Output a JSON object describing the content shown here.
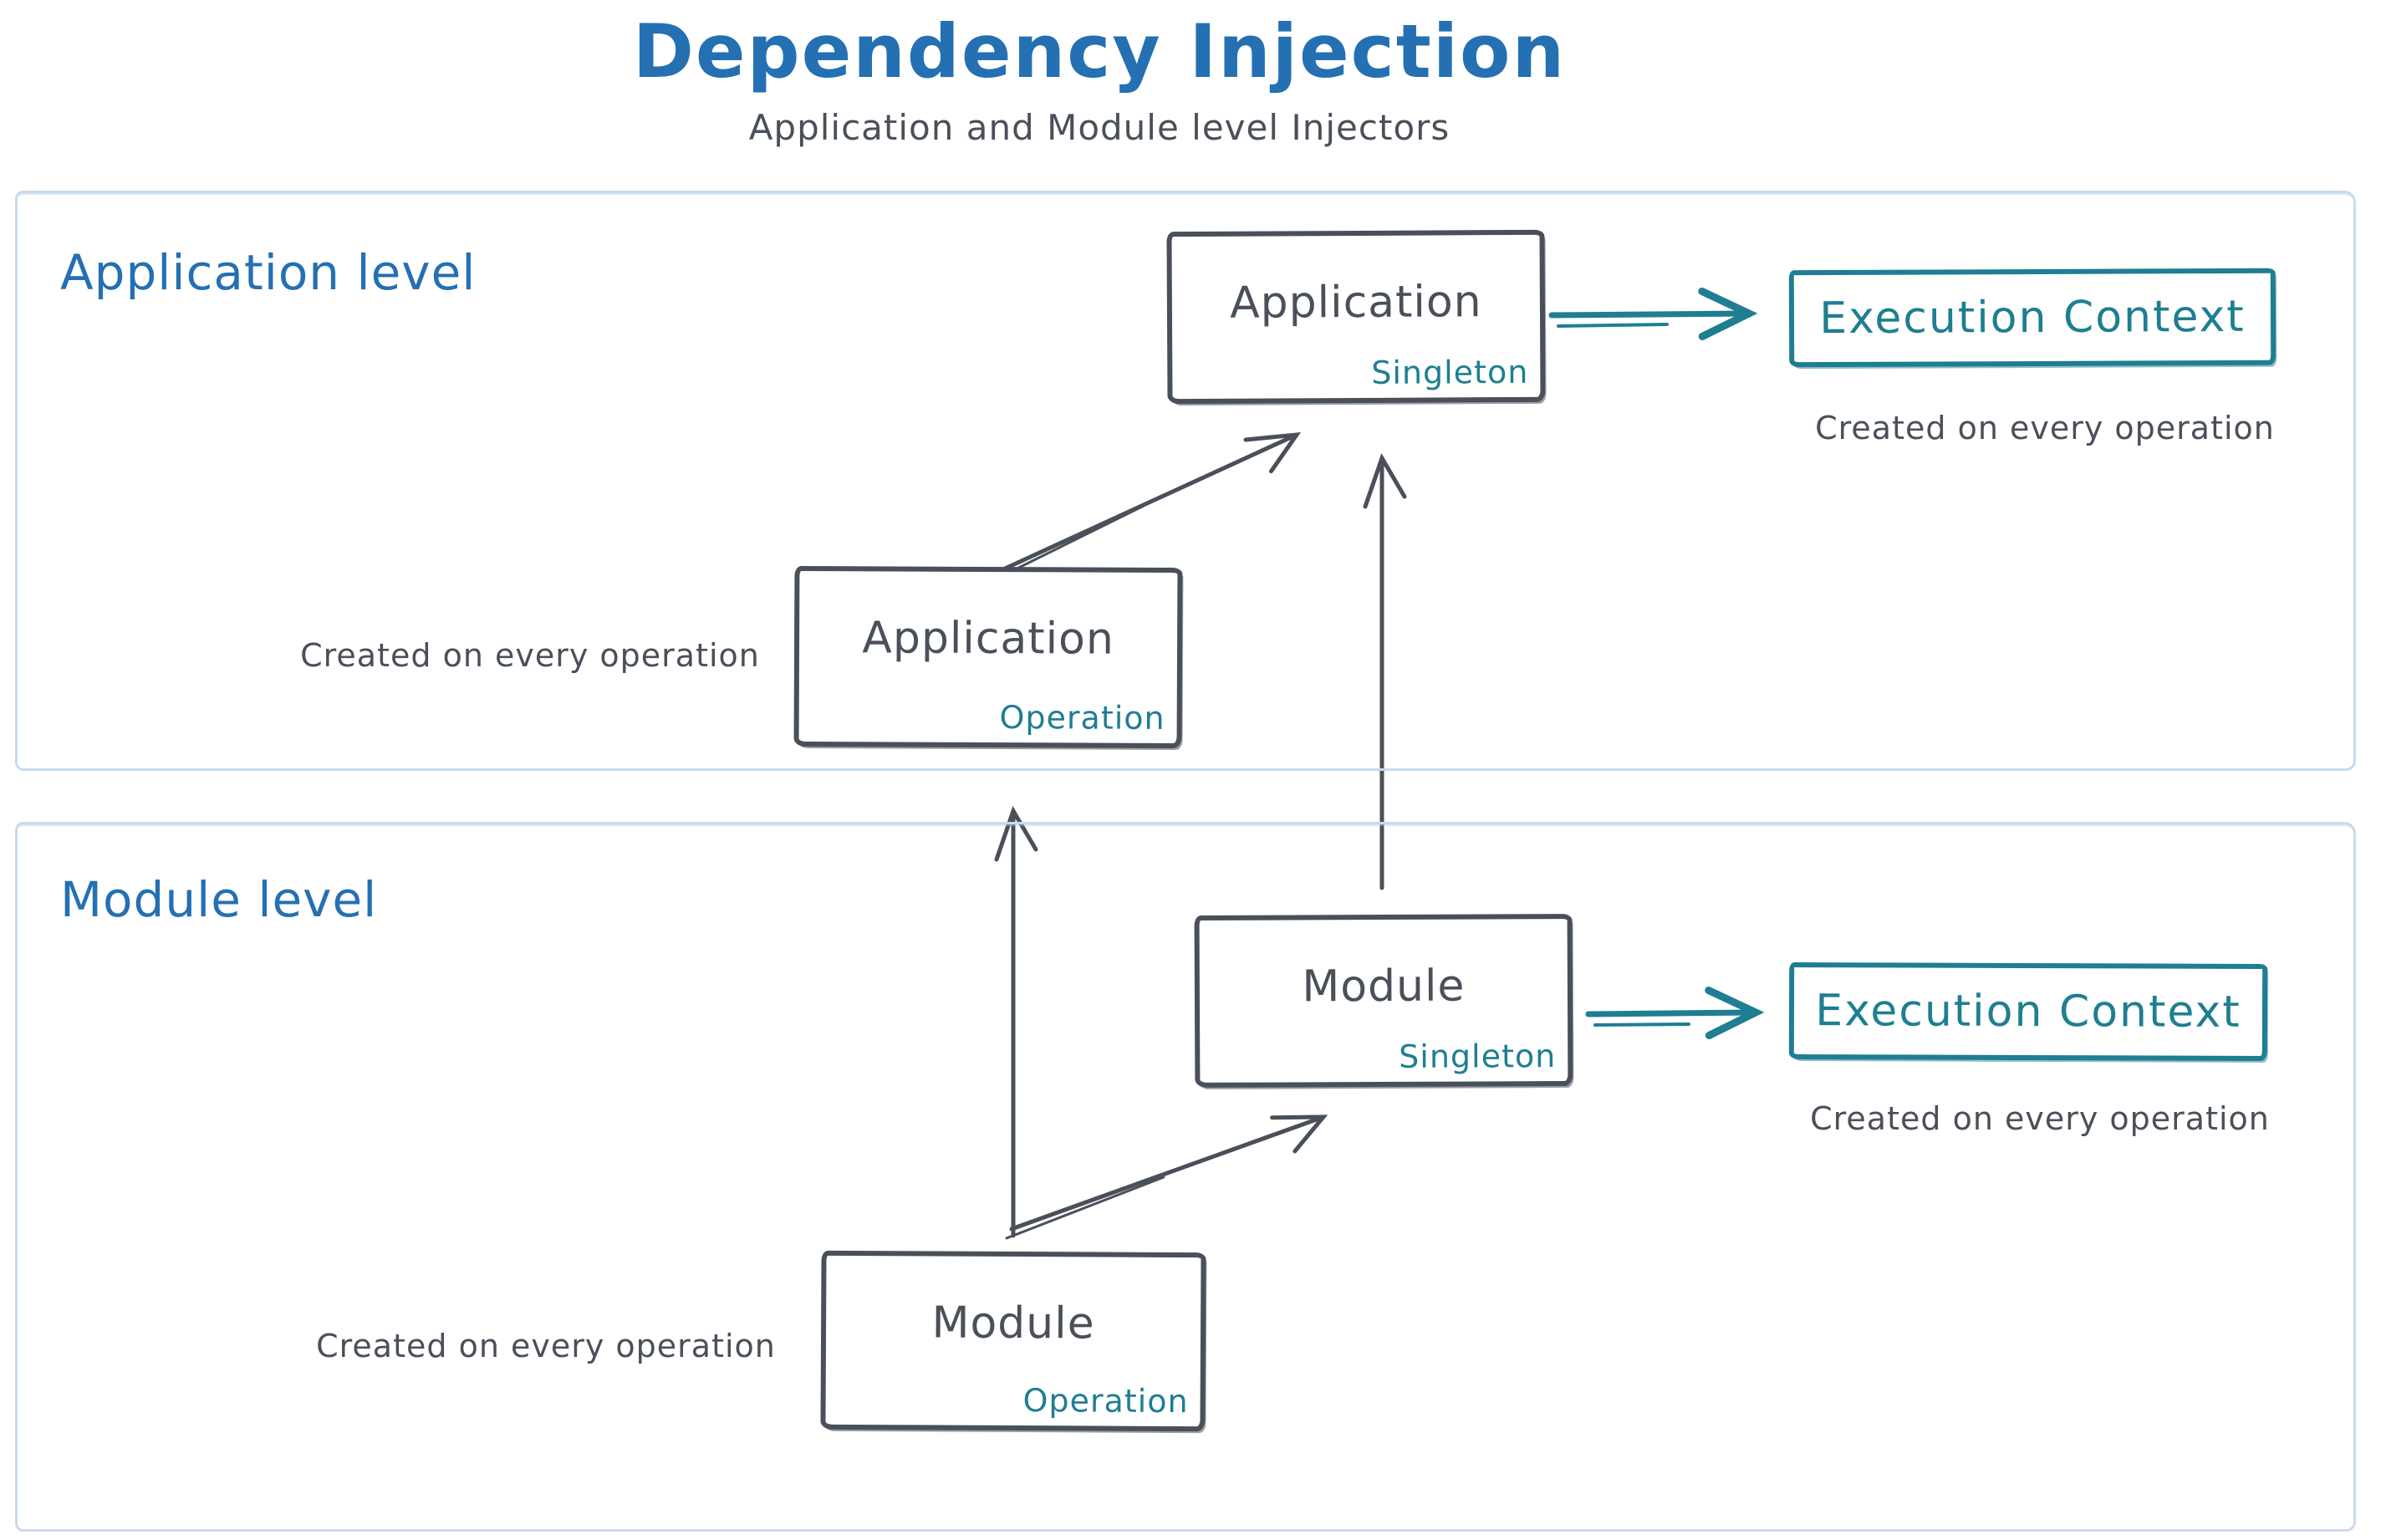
{
  "header": {
    "title": "Dependency Injection",
    "subtitle": "Application and Module level Injectors"
  },
  "colors": {
    "accent_blue": "#2470b3",
    "ink": "#4a5059",
    "teal": "#1f7e91",
    "section_border": "#c9daed"
  },
  "sections": {
    "application": {
      "label": "Application level"
    },
    "module": {
      "label": "Module level"
    }
  },
  "boxes": {
    "application_singleton": {
      "title": "Application",
      "tag": "Singleton"
    },
    "application_operation": {
      "title": "Application",
      "tag": "Operation"
    },
    "module_singleton": {
      "title": "Module",
      "tag": "Singleton"
    },
    "module_operation": {
      "title": "Module",
      "tag": "Operation"
    },
    "execution_context_application": {
      "title": "Execution Context"
    },
    "execution_context_module": {
      "title": "Execution Context"
    }
  },
  "captions": {
    "application_execution": "Created on every operation",
    "application_operation": "Created on every operation",
    "module_execution": "Created on every operation",
    "module_operation": "Created on every operation"
  },
  "arrows": [
    {
      "name": "application-operation-to-application-singleton",
      "from": "Application Operation",
      "to": "Application Singleton"
    },
    {
      "name": "module-singleton-to-application-singleton",
      "from": "Module Singleton",
      "to": "Application Singleton"
    },
    {
      "name": "module-operation-to-application-operation",
      "from": "Module Operation",
      "to": "Application Operation"
    },
    {
      "name": "module-operation-to-module-singleton",
      "from": "Module Operation",
      "to": "Module Singleton"
    },
    {
      "name": "application-singleton-to-execution-context",
      "from": "Application Singleton",
      "to": "Execution Context"
    },
    {
      "name": "module-singleton-to-execution-context",
      "from": "Module Singleton",
      "to": "Execution Context"
    }
  ]
}
